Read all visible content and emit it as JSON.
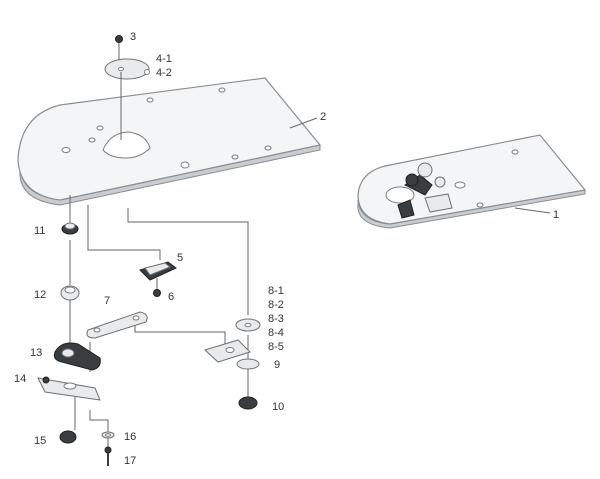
{
  "labels": {
    "p1": "1",
    "p2": "2",
    "p3": "3",
    "p4_1": "4-1",
    "p4_2": "4-2",
    "p5": "5",
    "p6": "6",
    "p7": "7",
    "p8_1": "8-1",
    "p8_2": "8-2",
    "p8_3": "8-3",
    "p8_4": "8-4",
    "p8_5": "8-5",
    "p9": "9",
    "p10": "10",
    "p11": "11",
    "p12": "12",
    "p13": "13",
    "p14": "14",
    "p15": "15",
    "p16": "16",
    "p17": "17"
  },
  "colors": {
    "line": "#666666",
    "plate": "#f4f5f6",
    "dark": "#3a3d40"
  }
}
